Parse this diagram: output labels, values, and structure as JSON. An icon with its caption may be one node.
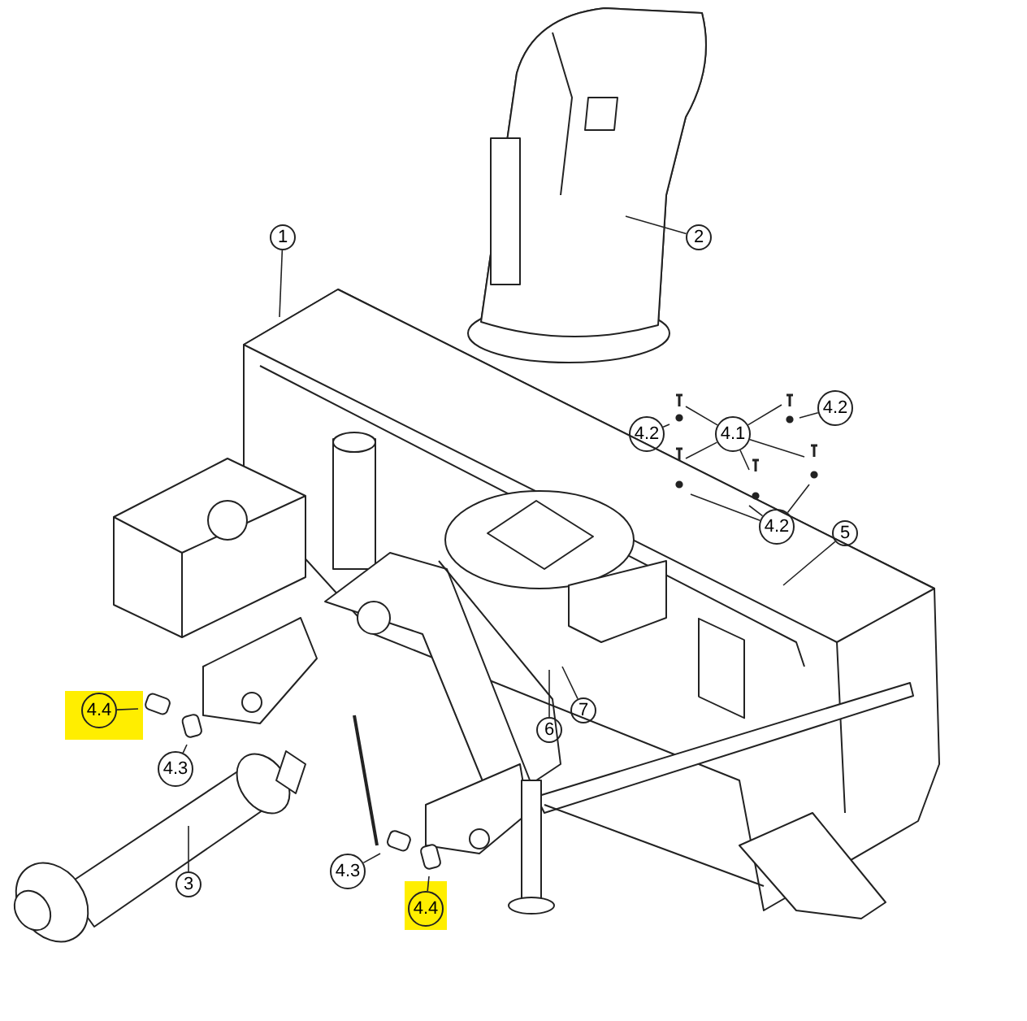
{
  "diagram": {
    "nodes": [
      {
        "text": [
          "1"
        ]
      },
      {
        "text": [
          "2"
        ]
      },
      {
        "text": [
          "4.2"
        ]
      },
      {
        "text": [
          "4.1"
        ]
      },
      {
        "text": [
          "4.2"
        ]
      },
      {
        "text": [
          "4.2"
        ]
      },
      {
        "text": [
          "5"
        ]
      },
      {
        "text": [
          "4.4"
        ]
      },
      {
        "text": [
          "7"
        ]
      },
      {
        "text": [
          "6"
        ]
      },
      {
        "text": [
          "4.3"
        ]
      },
      {
        "text": [
          "4.3"
        ]
      },
      {
        "text": [
          "3"
        ]
      },
      {
        "text": [
          "4.4"
        ]
      }
    ],
    "edges": [
      {
        "from": 0,
        "to": null,
        "arrow": "none"
      },
      {
        "from": 1,
        "to": null,
        "arrow": "none"
      },
      {
        "from": 2,
        "to": null,
        "arrow": "none"
      },
      {
        "from": 3,
        "to": null,
        "arrow": "none"
      },
      {
        "from": 3,
        "to": null,
        "arrow": "none"
      },
      {
        "from": 3,
        "to": null,
        "arrow": "none"
      },
      {
        "from": 3,
        "to": null,
        "arrow": "none"
      },
      {
        "from": 3,
        "to": null,
        "arrow": "none"
      },
      {
        "from": 4,
        "to": null,
        "arrow": "none"
      },
      {
        "from": 5,
        "to": null,
        "arrow": "none"
      },
      {
        "from": 5,
        "to": null,
        "arrow": "none"
      },
      {
        "from": 5,
        "to": null,
        "arrow": "none"
      },
      {
        "from": 6,
        "to": null,
        "arrow": "none"
      },
      {
        "from": 7,
        "to": null,
        "arrow": "none"
      },
      {
        "from": 8,
        "to": null,
        "arrow": "none"
      },
      {
        "from": 9,
        "to": null,
        "arrow": "none"
      },
      {
        "from": 10,
        "to": null,
        "arrow": "none"
      },
      {
        "from": 11,
        "to": null,
        "arrow": "none"
      },
      {
        "from": 12,
        "to": null,
        "arrow": "none"
      },
      {
        "from": 13,
        "to": null,
        "arrow": "none"
      }
    ]
  }
}
